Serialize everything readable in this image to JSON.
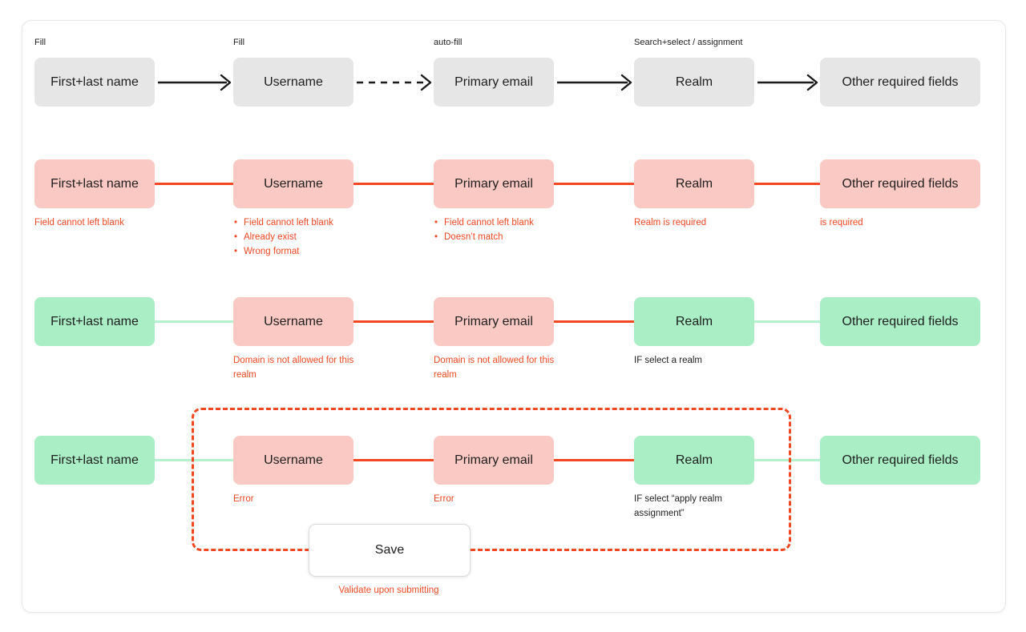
{
  "palette": {
    "red": "#f24822",
    "pink_box": "#fbc9c3",
    "green_box": "#aaeec6",
    "green_line": "#b6f2cf",
    "gray_box": "#e6e6e6",
    "dark_text": "#1e1e1e",
    "arrow_black": "#1a1a1a"
  },
  "save_button": {
    "label": "Save",
    "note": "Validate upon submitting"
  },
  "rows": [
    {
      "boxes": [
        {
          "label": "First+last name",
          "state": "gray",
          "top_label": "Fill"
        },
        {
          "label": "Username",
          "state": "gray",
          "top_label": "Fill"
        },
        {
          "label": "Primary email",
          "state": "gray",
          "top_label": "auto-fill"
        },
        {
          "label": "Realm",
          "state": "gray",
          "top_label": "Search+select / assignment"
        },
        {
          "label": "Other required fields",
          "state": "gray"
        }
      ],
      "connectors": [
        "black-arrow",
        "black-arrow-dashed",
        "black-arrow",
        "black-arrow"
      ]
    },
    {
      "boxes": [
        {
          "label": "First+last name",
          "state": "error",
          "note": {
            "style": "red",
            "lines": [
              "Field cannot left blank"
            ]
          }
        },
        {
          "label": "Username",
          "state": "error",
          "note": {
            "style": "red-bullets",
            "lines": [
              "Field cannot left blank",
              "Already exist",
              "Wrong format"
            ]
          }
        },
        {
          "label": "Primary email",
          "state": "error",
          "note": {
            "style": "red-bullets",
            "lines": [
              "Field cannot left blank",
              "Doesn’t match"
            ]
          }
        },
        {
          "label": "Realm",
          "state": "error",
          "note": {
            "style": "red",
            "lines": [
              "Realm is required"
            ]
          }
        },
        {
          "label": "Other required fields",
          "state": "error",
          "note": {
            "style": "red",
            "lines": [
              "is required"
            ]
          }
        }
      ],
      "connectors": [
        "red-line",
        "red-line",
        "red-line",
        "red-line"
      ]
    },
    {
      "boxes": [
        {
          "label": "First+last name",
          "state": "ok"
        },
        {
          "label": "Username",
          "state": "error",
          "note": {
            "style": "red",
            "lines": [
              "Domain is not allowed for this realm"
            ]
          }
        },
        {
          "label": "Primary email",
          "state": "error",
          "note": {
            "style": "red",
            "lines": [
              "Domain is not allowed for this realm"
            ]
          }
        },
        {
          "label": "Realm",
          "state": "ok",
          "note": {
            "style": "dark",
            "lines": [
              "IF select a realm"
            ]
          }
        },
        {
          "label": "Other required fields",
          "state": "ok"
        }
      ],
      "connectors": [
        "green-line",
        "red-line",
        "red-line",
        "green-line"
      ]
    },
    {
      "boxes": [
        {
          "label": "First+last name",
          "state": "ok"
        },
        {
          "label": "Username",
          "state": "error",
          "note": {
            "style": "red",
            "lines": [
              "Error"
            ]
          }
        },
        {
          "label": "Primary email",
          "state": "error",
          "note": {
            "style": "red",
            "lines": [
              "Error"
            ]
          }
        },
        {
          "label": "Realm",
          "state": "ok",
          "note": {
            "style": "dark",
            "lines": [
              "IF select “apply realm assignment”"
            ]
          }
        },
        {
          "label": "Other required fields",
          "state": "ok"
        }
      ],
      "connectors": [
        "green-line",
        "red-line",
        "red-line",
        "green-line"
      ]
    }
  ]
}
